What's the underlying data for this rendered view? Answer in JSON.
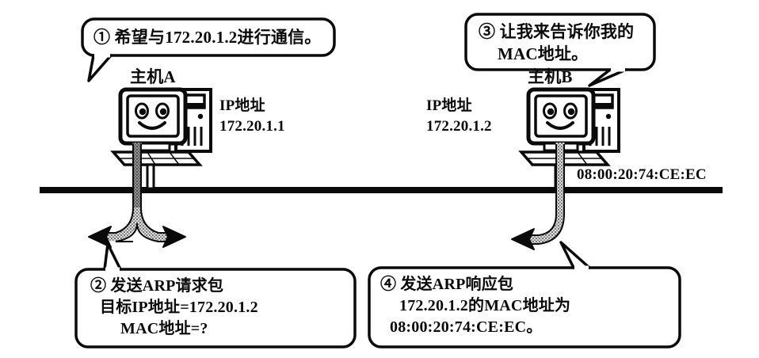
{
  "diagram": {
    "title": "ARP address resolution bus network diagram",
    "ink_color": "#0a0a0a",
    "background_color": "#ffffff"
  },
  "hosts": [
    {
      "id": "host-a",
      "label": "主机A",
      "ip_caption": "IP地址",
      "ip_value": "172.20.1.1",
      "icon": "desktop-computer-smiley-icon"
    },
    {
      "id": "host-b",
      "label": "主机B",
      "ip_caption": "IP地址",
      "ip_value": "172.20.1.2",
      "icon": "desktop-computer-smiley-icon",
      "mac_value": "08:00:20:74:CE:EC"
    }
  ],
  "speech_bubbles": [
    {
      "id": "bubble-1",
      "marker": "①",
      "lines": [
        "① 希望与172.20.1.2进行通信。"
      ],
      "tail": "down-right"
    },
    {
      "id": "bubble-3",
      "marker": "③",
      "lines": [
        "③ 让我来告诉你我的",
        "MAC地址。"
      ],
      "tail": "down-left"
    }
  ],
  "packet_boxes": [
    {
      "id": "box-2",
      "marker": "②",
      "lines": [
        "② 发送ARP请求包",
        "目标IP地址=172.20.1.2",
        "MAC地址=?"
      ],
      "tail": "up-right"
    },
    {
      "id": "box-4",
      "marker": "④",
      "lines": [
        "④ 发送ARP响应包",
        "172.20.1.2的MAC地址为",
        "08:00:20:74:CE:EC。"
      ],
      "tail": "up-left"
    }
  ],
  "network": {
    "bus_label": "ethernet-bus-line",
    "arrows": [
      {
        "id": "arrow-request",
        "from": "host-a",
        "direction": "broadcast-both-ways",
        "heads": [
          "left",
          "right"
        ]
      },
      {
        "id": "arrow-reply",
        "from": "host-b",
        "direction": "unicast-left",
        "heads": [
          "left"
        ]
      }
    ]
  }
}
